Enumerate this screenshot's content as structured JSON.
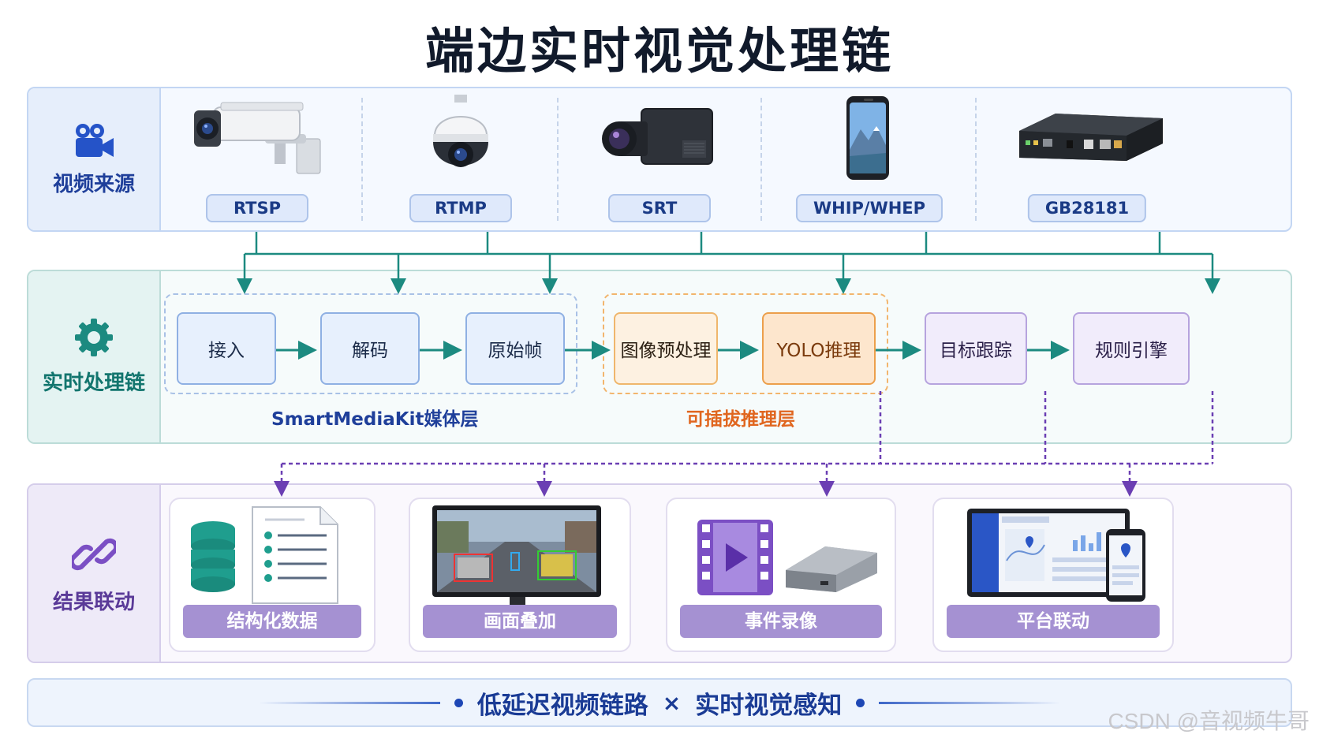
{
  "title": "端边实时视觉处理链",
  "sources": {
    "label": "视频来源",
    "icon": "video-camera-icon",
    "items": [
      {
        "protocol": "RTSP",
        "device": "bullet-camera"
      },
      {
        "protocol": "RTMP",
        "device": "ptz-dome-camera"
      },
      {
        "protocol": "SRT",
        "device": "box-camera"
      },
      {
        "protocol": "WHIP/WHEP",
        "device": "smartphone"
      },
      {
        "protocol": "GB28181",
        "device": "nvr-encoder-box"
      }
    ]
  },
  "pipeline": {
    "label": "实时处理链",
    "icon": "gear-icon",
    "media_layer": {
      "label": "SmartMediaKit媒体层",
      "steps": [
        "接入",
        "解码",
        "原始帧"
      ]
    },
    "inference_layer": {
      "label": "可插拔推理层",
      "steps": [
        "图像预处理",
        "YOLO推理"
      ]
    },
    "post_steps": [
      "目标跟踪",
      "规则引擎"
    ]
  },
  "results": {
    "label": "结果联动",
    "icon": "link-icon",
    "items": [
      {
        "caption": "结构化数据",
        "picture": "database-and-checklist"
      },
      {
        "caption": "画面叠加",
        "picture": "monitor-with-detection-boxes"
      },
      {
        "caption": "事件录像",
        "picture": "video-file-and-storage-box"
      },
      {
        "caption": "平台联动",
        "picture": "dashboard-and-mobile"
      }
    ]
  },
  "slogan": {
    "left": "低延迟视频链路",
    "separator": "×",
    "right": "实时视觉感知"
  },
  "watermark": "CSDN @音视频牛哥",
  "colors": {
    "sources_accent": "#1f3f9a",
    "pipeline_accent": "#12756e",
    "results_accent": "#5a3a98",
    "media_layer": "#1f3f9a",
    "inference_layer": "#e0661f",
    "arrow_teal": "#1c8a80",
    "arrow_purple": "#6b3fb3"
  }
}
